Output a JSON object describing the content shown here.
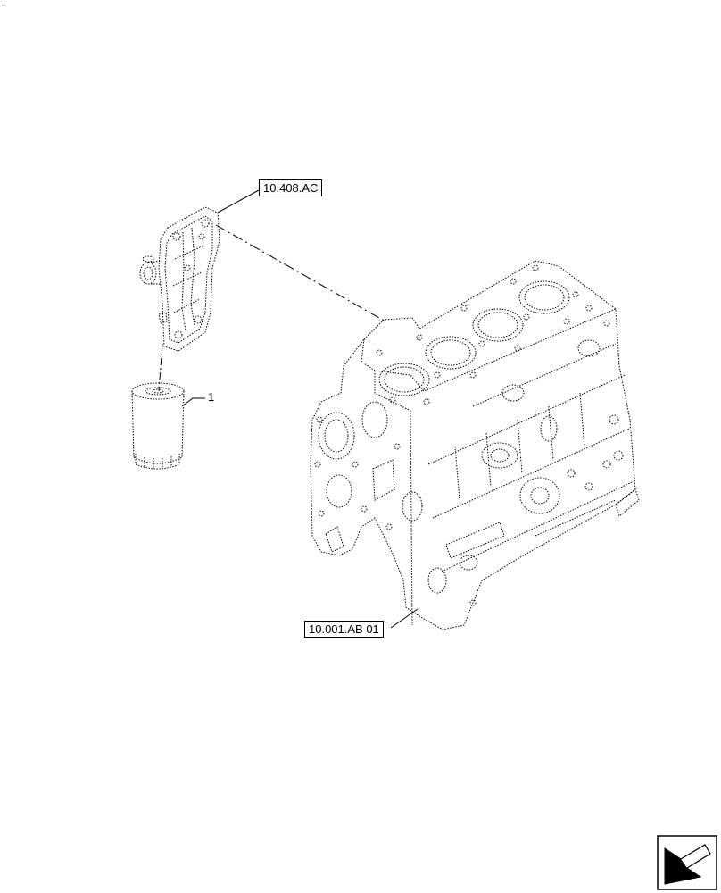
{
  "corner_mark": ".",
  "callouts": {
    "top_ref": "10.408.AC",
    "bottom_ref": "10.001.AB 01"
  },
  "items": {
    "filter_number": "1"
  },
  "icons": {
    "nav": "next-page-arrow-icon"
  }
}
